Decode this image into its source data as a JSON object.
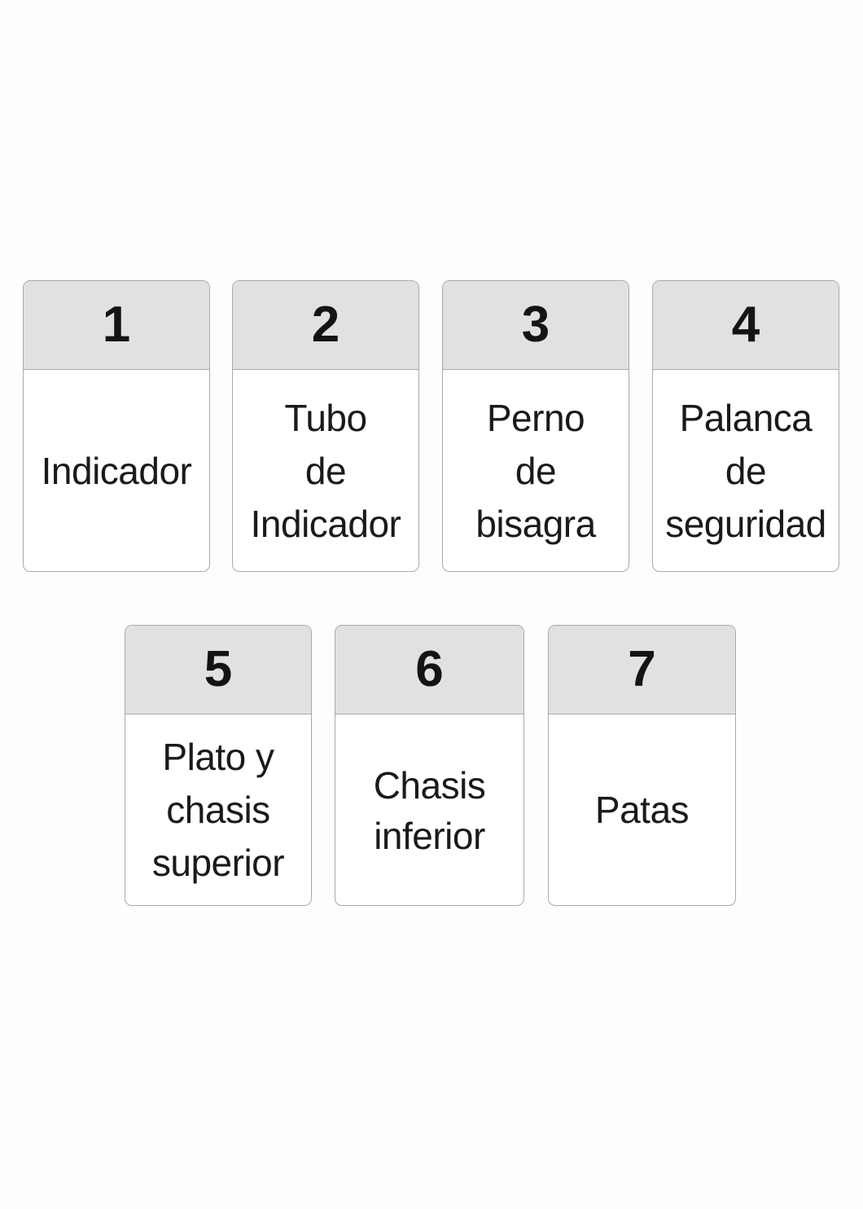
{
  "cards": [
    {
      "number": "1",
      "label": "Indicador"
    },
    {
      "number": "2",
      "label": "Tubo\nde\nIndicador"
    },
    {
      "number": "3",
      "label": "Perno\nde\nbisagra"
    },
    {
      "number": "4",
      "label": "Palanca\nde\nseguridad"
    },
    {
      "number": "5",
      "label": "Plato y\nchasis\nsuperior"
    },
    {
      "number": "6",
      "label": "Chasis\ninferior"
    },
    {
      "number": "7",
      "label": "Patas"
    }
  ],
  "colors": {
    "header_background": "#e1e1e1",
    "card_border": "#a9a9a9",
    "card_background": "#ffffff",
    "text": "#141414"
  }
}
